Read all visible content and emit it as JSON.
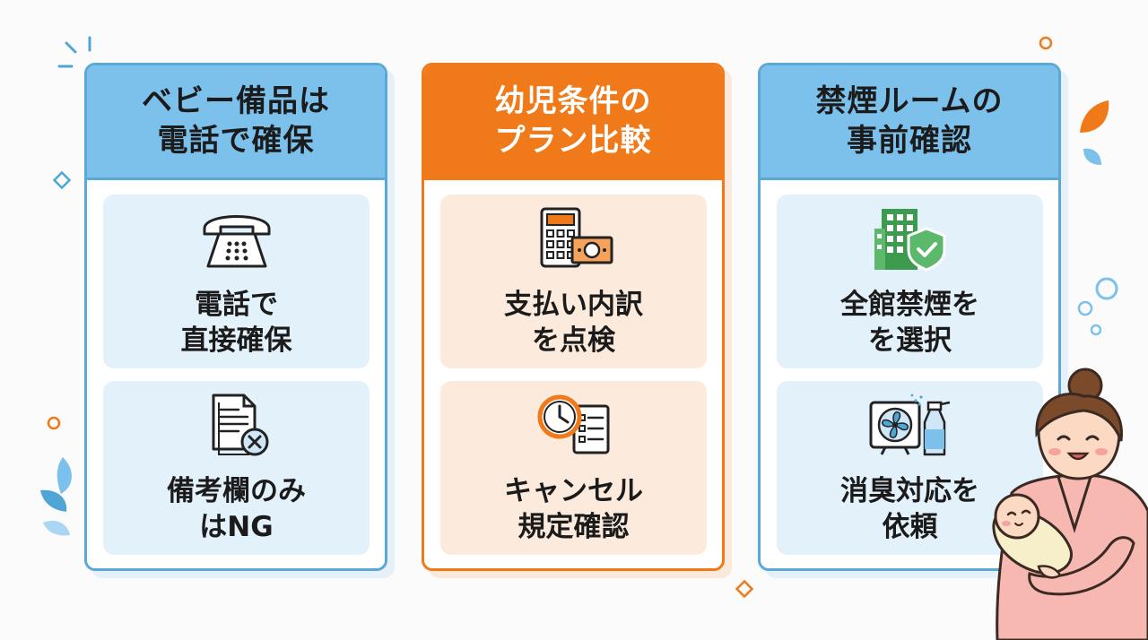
{
  "columns": [
    {
      "title": "ベビー備品は\n電話で確保",
      "theme": "blue",
      "cards": [
        {
          "label": "電話で\n直接確保",
          "icon": "telephone-icon"
        },
        {
          "label": "備考欄のみ\nはNG",
          "icon": "document-x-icon"
        }
      ]
    },
    {
      "title": "幼児条件の\nプラン比較",
      "theme": "orange",
      "cards": [
        {
          "label": "支払い内訳\nを点検",
          "icon": "calculator-money-icon"
        },
        {
          "label": "キャンセル\n規定確認",
          "icon": "clock-checklist-icon"
        }
      ]
    },
    {
      "title": "禁煙ルームの\n事前確認",
      "theme": "blue",
      "cards": [
        {
          "label": "全館禁煙を\nを選択",
          "icon": "building-shield-icon"
        },
        {
          "label": "消臭対応を\n依頼",
          "icon": "fan-spray-icon"
        }
      ]
    }
  ],
  "colors": {
    "blue_accent": "#5aa8d6",
    "blue_header": "#7cc0ec",
    "blue_card": "#e3f1fb",
    "orange_accent": "#f07a1a",
    "orange_card": "#fcebdd"
  },
  "illustration": "mother-holding-baby"
}
